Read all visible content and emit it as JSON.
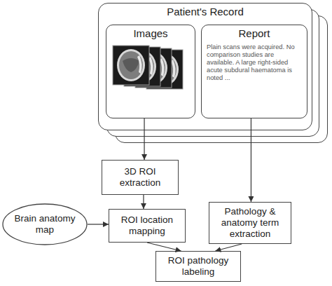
{
  "diagram": {
    "nodes": [
      {
        "text": [
          "Patient's Record"
        ]
      },
      {
        "text": [
          "Images"
        ],
        "in": 0
      },
      {
        "text": [
          "Report",
          "Plain scans were acquired. No comparison studies are available. A large right-sided acute subdural haematoma is noted ..."
        ],
        "in": 0
      },
      {
        "text": [
          "3D ROI extraction"
        ]
      },
      {
        "text": [
          "Brain anatomy map"
        ]
      },
      {
        "text": [
          "ROI location mapping"
        ]
      },
      {
        "text": [
          "Pathology & anatomy term extraction"
        ]
      },
      {
        "text": [
          "ROI pathology labeling"
        ]
      }
    ],
    "edges": [
      {
        "from": 1,
        "to": 3,
        "arrow": "to"
      },
      {
        "from": 2,
        "to": 6,
        "arrow": "to"
      },
      {
        "from": 3,
        "to": 5,
        "arrow": "to"
      },
      {
        "from": 4,
        "to": 5,
        "arrow": "to"
      },
      {
        "from": 5,
        "to": 7,
        "arrow": "to"
      },
      {
        "from": 6,
        "to": 7,
        "arrow": "to"
      }
    ]
  }
}
